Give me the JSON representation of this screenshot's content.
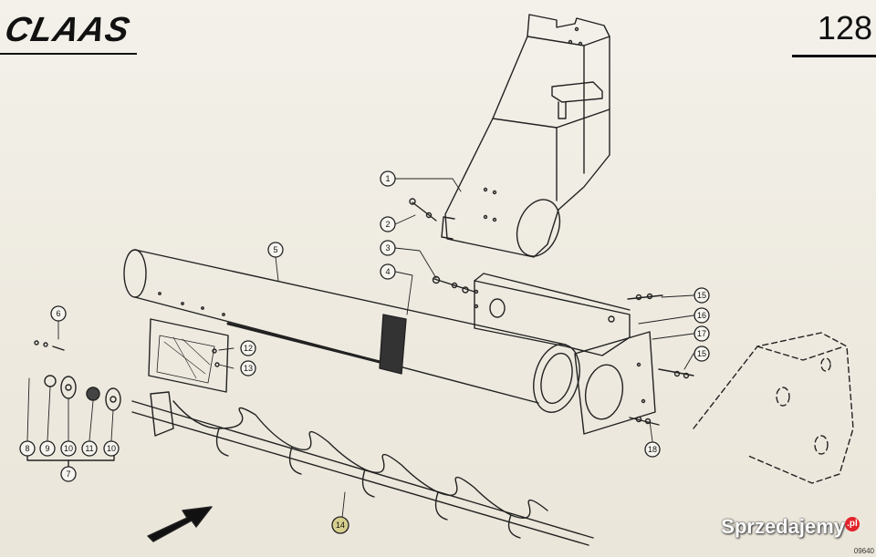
{
  "header": {
    "logo_text": "CLAAS",
    "page_number": "128"
  },
  "callouts": {
    "c1": "1",
    "c2": "2",
    "c3": "3",
    "c4": "4",
    "c5": "5",
    "c6": "6",
    "c7": "7",
    "c8": "8",
    "c9": "9",
    "c10a": "10",
    "c10b": "10",
    "c11": "11",
    "c12": "12",
    "c13": "13",
    "c14": "14",
    "c15a": "15",
    "c15b": "15",
    "c16": "16",
    "c17": "17",
    "c18": "18"
  },
  "watermark": {
    "text": "Sprzedajemy",
    "suffix": ".pl"
  },
  "footer": {
    "drawing_code": "09640"
  },
  "colors": {
    "ink": "#222222",
    "paper": "#f2efe8",
    "highlight_callout": "#d7cf8e"
  }
}
